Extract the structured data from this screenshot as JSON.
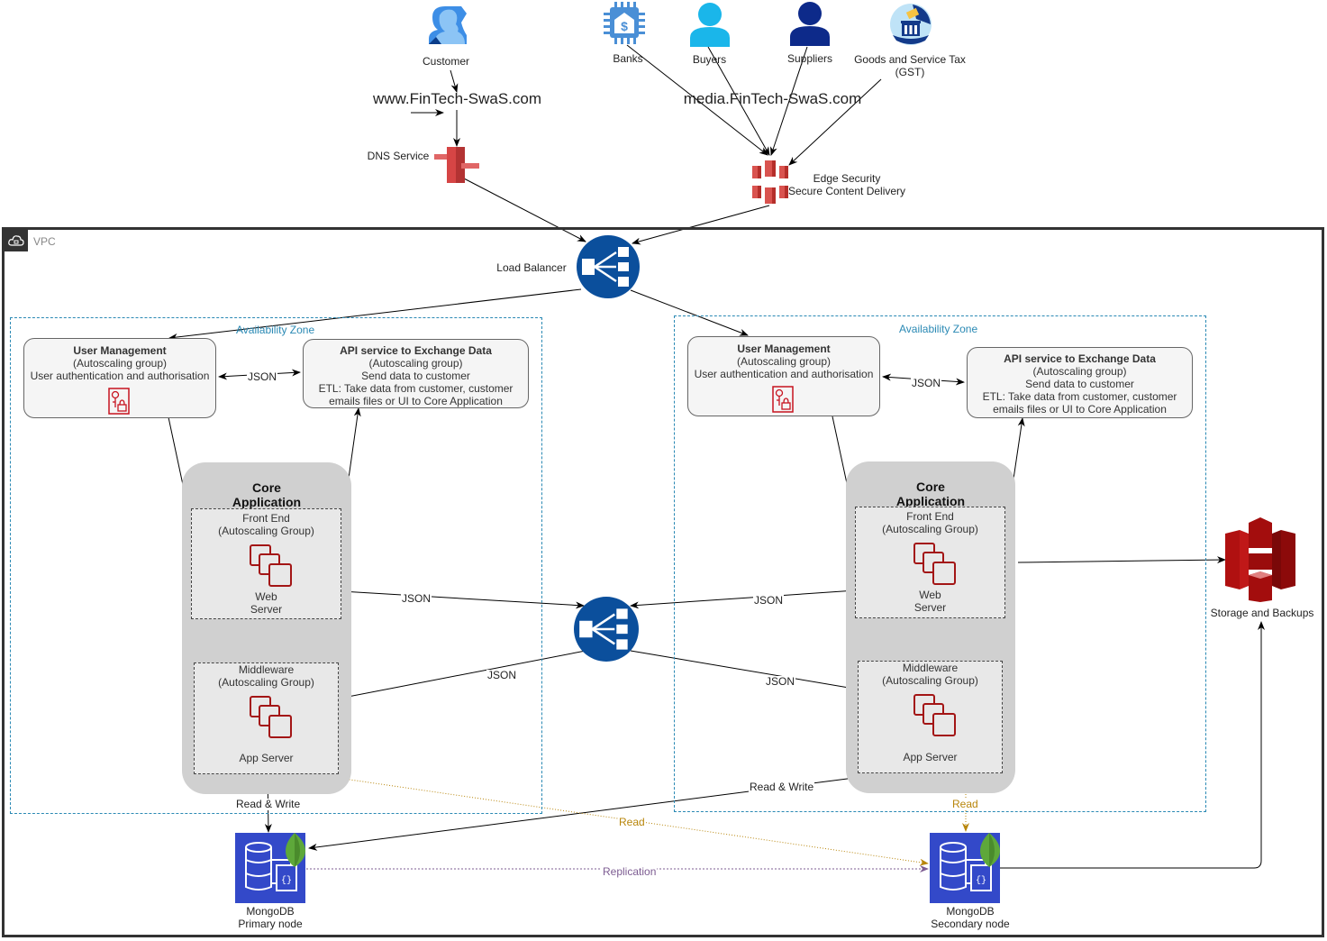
{
  "external": {
    "customer": "Customer",
    "www_domain": "www.FinTech-SwaS.com",
    "dns": "DNS Service",
    "banks": "Banks",
    "buyers": "Buyers",
    "suppliers": "Suppliers",
    "gst_line1": "Goods and Service Tax",
    "gst_line2": "(GST)",
    "media_domain": "media.FinTech-SwaS.com",
    "edge_line1": "Edge Security",
    "edge_line2": "Secure Content Delivery"
  },
  "vpc": {
    "label": "VPC",
    "load_balancer": "Load Balancer",
    "storage": "Storage and Backups"
  },
  "zones": [
    {
      "label": "Availability Zone",
      "user_mgmt": {
        "title": "User Management",
        "line1": "(Autoscaling group)",
        "line2": "User authentication and authorisation"
      },
      "api": {
        "title": "API service to Exchange Data",
        "line1": "(Autoscaling group)",
        "line2": "Send data to customer",
        "line3": "ETL: Take data from customer, customer",
        "line4": "emails files or UI to Core Application"
      },
      "core": {
        "title1": "Core",
        "title2": "Application"
      },
      "frontend": {
        "line1": "Front End",
        "line2": "(Autoscaling Group)",
        "name1": "Web",
        "name2": "Server"
      },
      "middleware": {
        "line1": "Middleware",
        "line2": "(Autoscaling Group)",
        "name": "App Server"
      }
    },
    {
      "label": "Availability Zone",
      "user_mgmt": {
        "title": "User Management",
        "line1": "(Autoscaling group)",
        "line2": "User authentication and authorisation"
      },
      "api": {
        "title": "API service to Exchange Data",
        "line1": "(Autoscaling group)",
        "line2": "Send data to customer",
        "line3": "ETL: Take data from customer, customer",
        "line4": "emails files or UI to Core Application"
      },
      "core": {
        "title1": "Core",
        "title2": "Application"
      },
      "frontend": {
        "line1": "Front End",
        "line2": "(Autoscaling Group)",
        "name1": "Web",
        "name2": "Server"
      },
      "middleware": {
        "line1": "Middleware",
        "line2": "(Autoscaling Group)",
        "name": "App Server"
      }
    }
  ],
  "databases": {
    "primary_line1": "MongoDB",
    "primary_line2": "Primary node",
    "secondary_line1": "MongoDB",
    "secondary_line2": "Secondary node"
  },
  "edges": {
    "json": "JSON",
    "read_write": "Read & Write",
    "read": "Read",
    "replication": "Replication"
  },
  "colors": {
    "lb_blue": "#0b4f9c",
    "aws_red": "#c7131f",
    "mongo_blue": "#3349c9",
    "zone_border": "#2a89b4",
    "read_line": "#b8860b",
    "replication_line": "#7d5c92"
  }
}
